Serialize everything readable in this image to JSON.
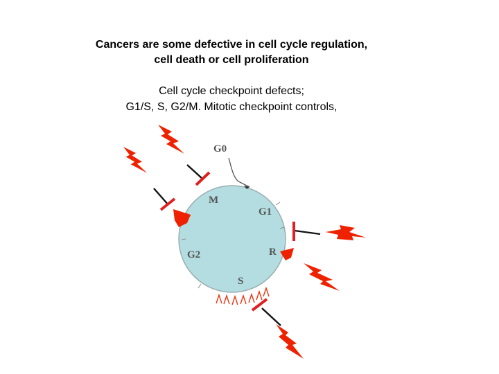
{
  "heading": {
    "line1": "Cancers are some defective in cell cycle regulation,",
    "line2": "cell death or cell proliferation"
  },
  "subheading": {
    "line1": "Cell cycle checkpoint defects;",
    "line2": "G1/S, S, G2/M. Mitotic checkpoint controls,"
  },
  "diagram": {
    "phase_labels": {
      "g0": "G0",
      "m": "M",
      "g1": "G1",
      "r": "R",
      "g2": "G2",
      "s": "S"
    },
    "colors": {
      "cell": "#b3dde0",
      "cell_outline": "#9aaeb0",
      "signal": "#ee2200",
      "inhibitor_bar": "#e02020",
      "inhibitor_line": "#111111",
      "label": "#555555"
    },
    "icons": [
      "lightning-bolt-icon",
      "inhibitor-icon"
    ]
  }
}
